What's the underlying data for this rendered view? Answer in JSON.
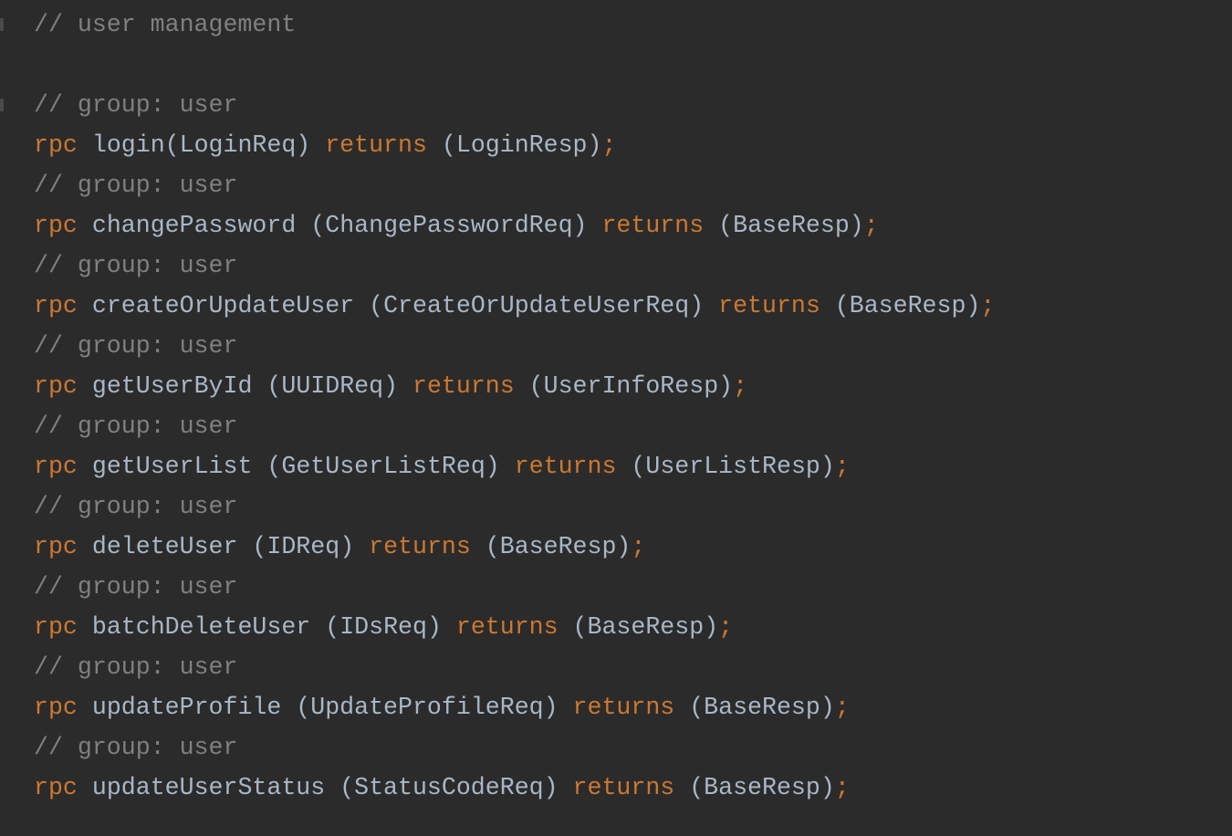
{
  "editor": {
    "background": "#2b2b2b",
    "colors": {
      "keyword": "#cc7832",
      "comment": "#808080",
      "identifier": "#a9b7c6"
    },
    "header_comment": "// user management",
    "group_comment": "// group: user",
    "rpc_keyword": "rpc",
    "returns_keyword": "returns",
    "semicolon": ";",
    "rpcs": [
      {
        "name": "login",
        "sep": "",
        "request": "LoginReq",
        "response": "LoginResp"
      },
      {
        "name": "changePassword",
        "sep": " ",
        "request": "ChangePasswordReq",
        "response": "BaseResp"
      },
      {
        "name": "createOrUpdateUser",
        "sep": " ",
        "request": "CreateOrUpdateUserReq",
        "response": "BaseResp"
      },
      {
        "name": "getUserById",
        "sep": " ",
        "request": "UUIDReq",
        "response": "UserInfoResp"
      },
      {
        "name": "getUserList",
        "sep": " ",
        "request": "GetUserListReq",
        "response": "UserListResp"
      },
      {
        "name": "deleteUser",
        "sep": " ",
        "request": "IDReq",
        "response": "BaseResp"
      },
      {
        "name": "batchDeleteUser",
        "sep": " ",
        "request": "IDsReq",
        "response": "BaseResp"
      },
      {
        "name": "updateProfile",
        "sep": " ",
        "request": "UpdateProfileReq",
        "response": "BaseResp"
      },
      {
        "name": "updateUserStatus",
        "sep": " ",
        "request": "StatusCodeReq",
        "response": "BaseResp"
      }
    ]
  }
}
